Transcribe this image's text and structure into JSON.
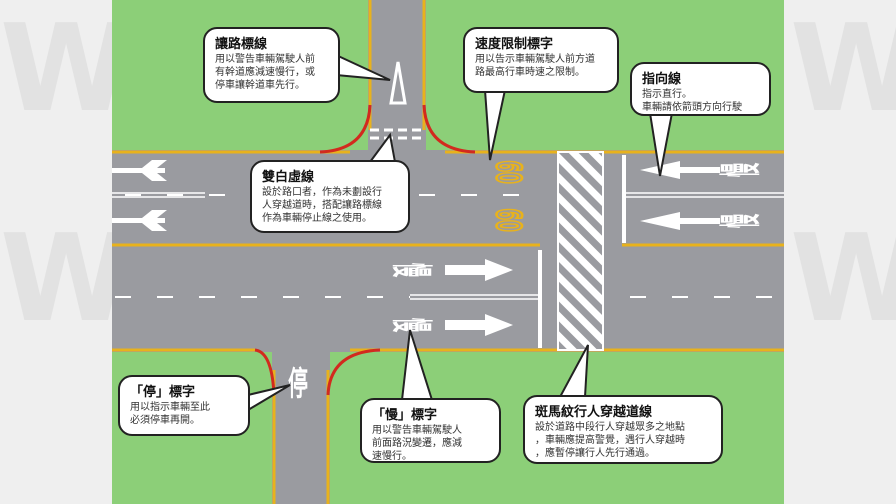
{
  "colors": {
    "grass": "#8ccf78",
    "road": "#9a9ba0",
    "yellow": "#e8b21c",
    "curb": "#d22a1e",
    "margin": "#efefef"
  },
  "road_text": {
    "slow": "慢",
    "stop": "停",
    "speed": "60"
  },
  "callouts": [
    {
      "id": "yield",
      "title": "讓路標線",
      "desc": "用以警告車輛駕駛人前\n有幹道應減速慢行，或\n停車讓幹道車先行。"
    },
    {
      "id": "speed",
      "title": "速度限制標字",
      "desc": "用以告示車輛駕駛人前方道\n路最高行車時速之限制。"
    },
    {
      "id": "direction",
      "title": "指向線",
      "desc": "指示直行。\n車輛請依箭頭方向行駛"
    },
    {
      "id": "double-white",
      "title": "雙白虛線",
      "desc": "設於路口者，作為未劃設行\n人穿越道時，搭配讓路標線\n作為車輛停止線之使用。"
    },
    {
      "id": "stop",
      "title": "「停」標字",
      "desc": "用以指示車輛至此\n必須停車再開。"
    },
    {
      "id": "slow",
      "title": "「慢」標字",
      "desc": "用以警告車輛駕駛人\n前面路況變遷，應減\n速慢行。"
    },
    {
      "id": "zebra",
      "title": "斑馬紋行人穿越道線",
      "desc": "設於道路中段行人穿越眾多之地點\n，車輛應提高警覺，遇行人穿越時\n，應暫停讓行人先行通過。"
    }
  ]
}
